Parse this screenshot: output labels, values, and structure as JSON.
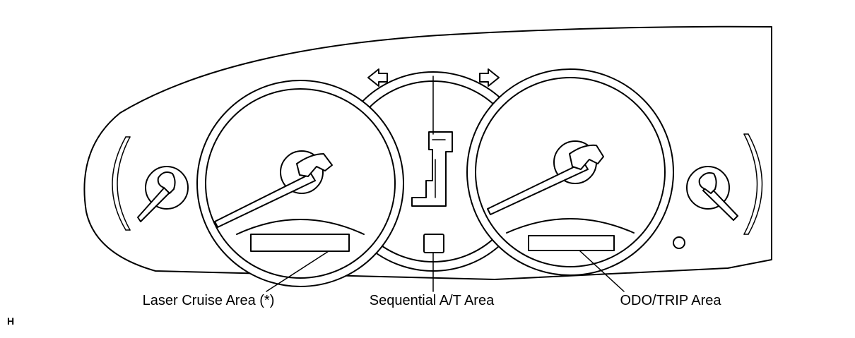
{
  "labels": {
    "laser_cruise": "Laser Cruise Area (*)",
    "sequential_at": "Sequential A/T Area",
    "odo_trip": "ODO/TRIP Area",
    "corner_tag": "H"
  }
}
